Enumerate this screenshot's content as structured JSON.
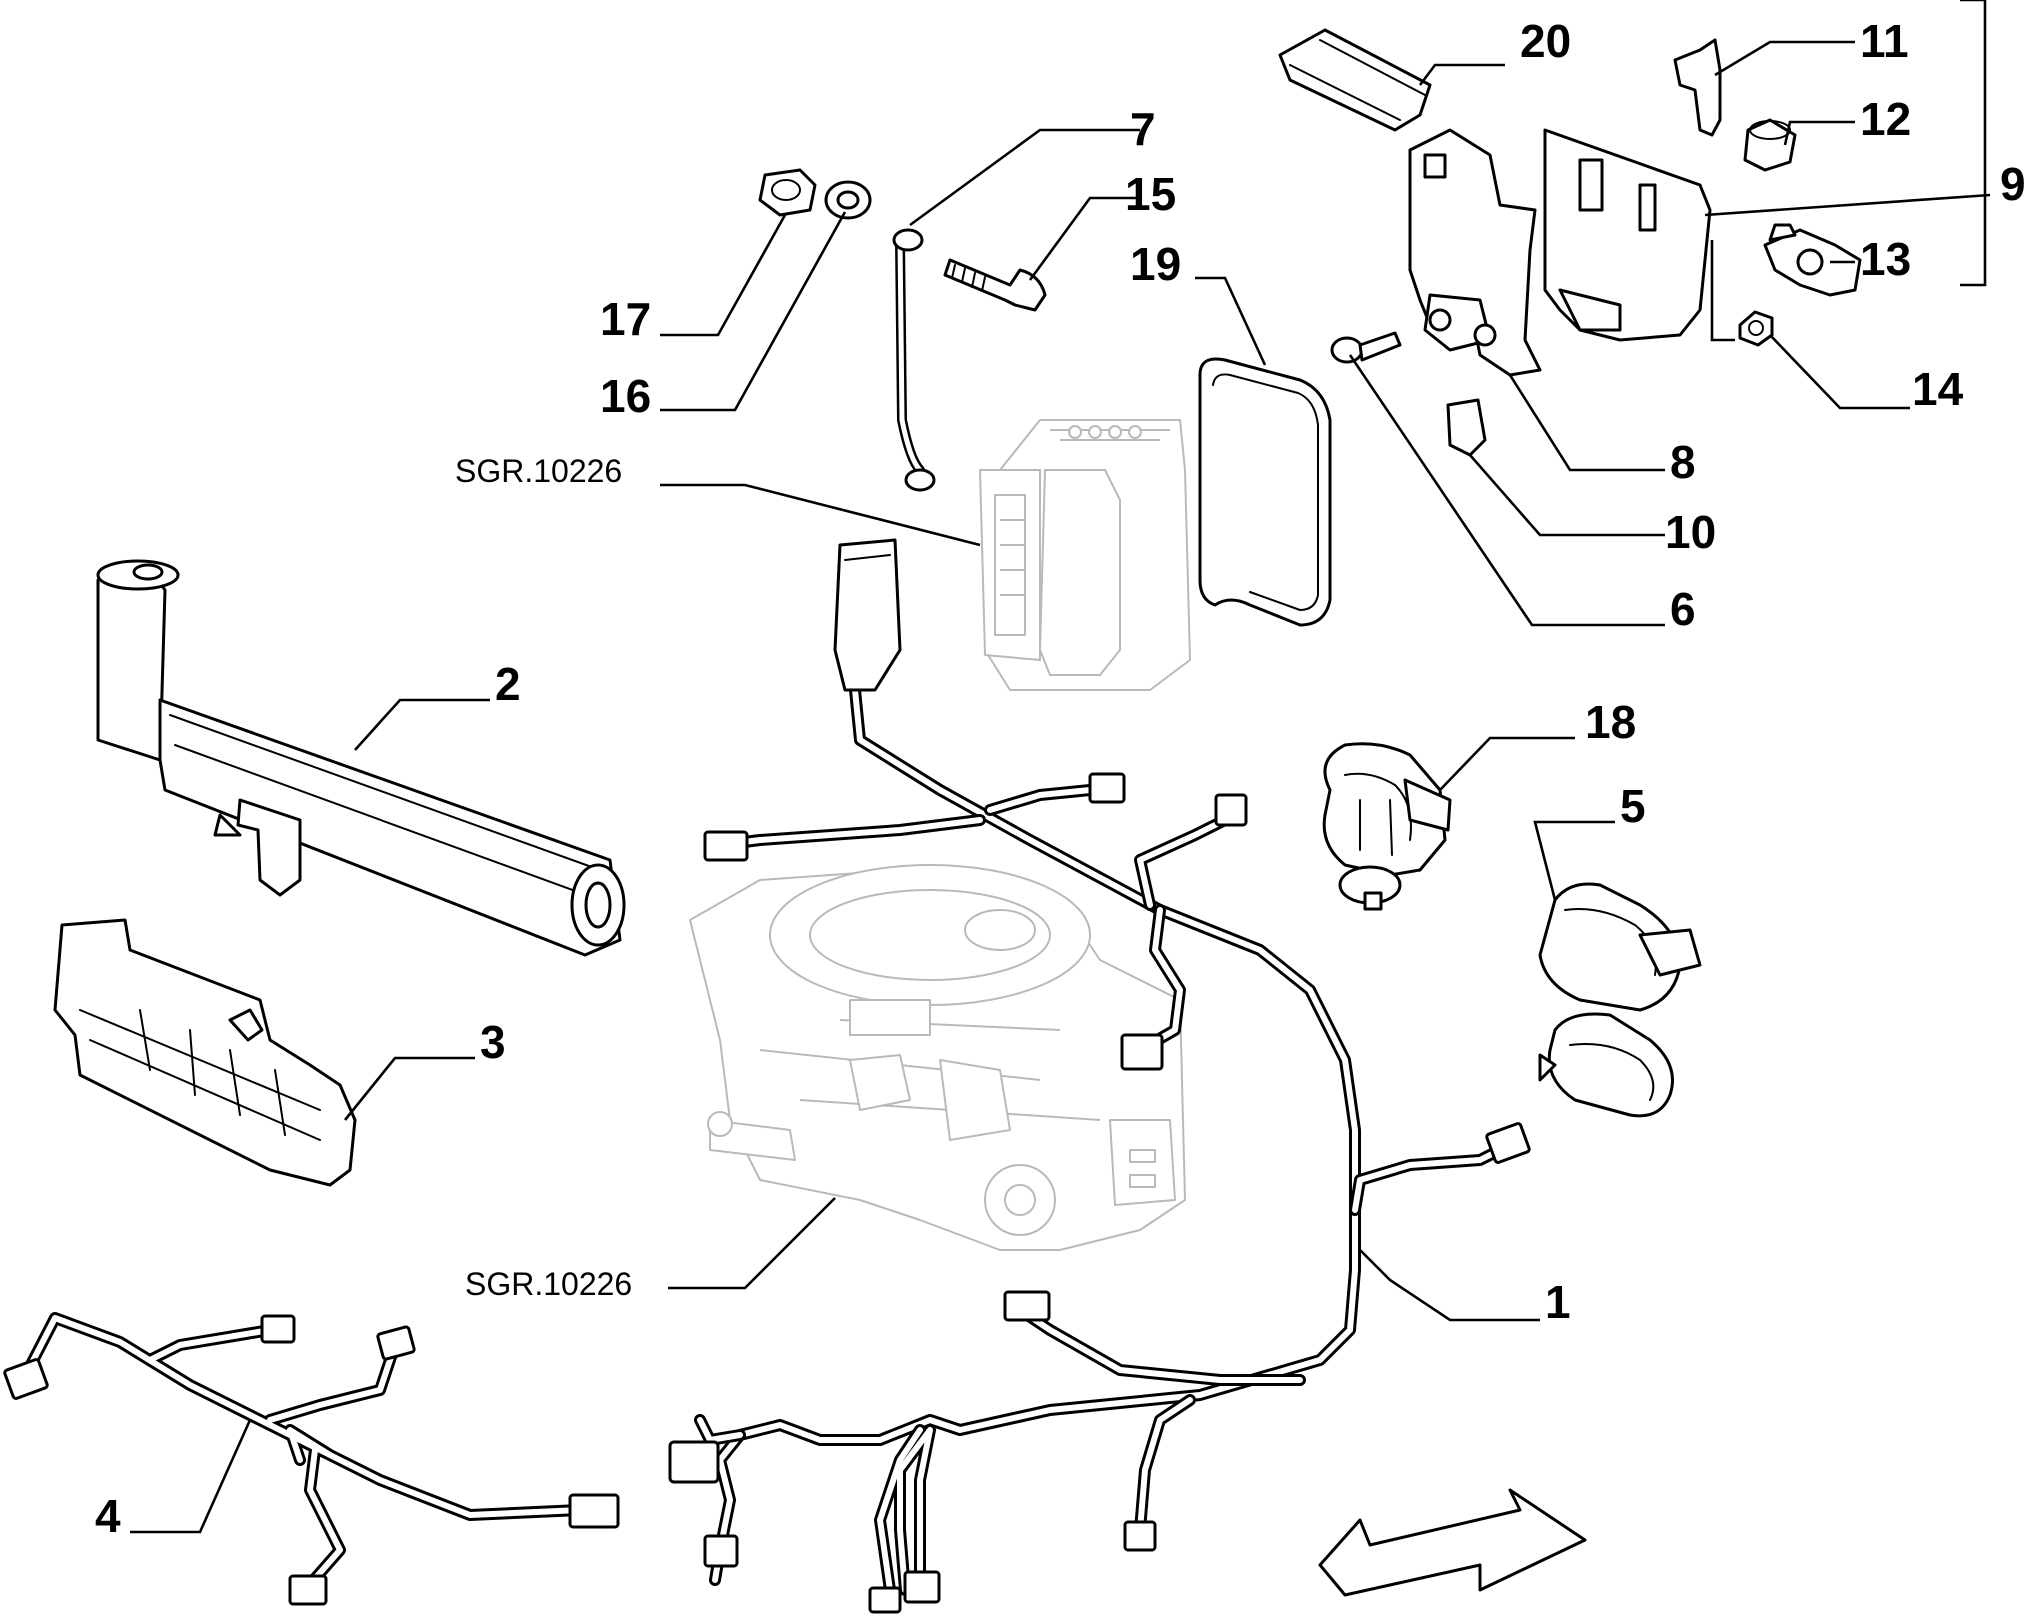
{
  "callouts": {
    "c1": "1",
    "c2": "2",
    "c3": "3",
    "c4": "4",
    "c5": "5",
    "c6": "6",
    "c7": "7",
    "c8": "8",
    "c9": "9",
    "c10": "10",
    "c11": "11",
    "c12": "12",
    "c13": "13",
    "c14": "14",
    "c15": "15",
    "c16": "16",
    "c17": "17",
    "c18": "18",
    "c19": "19",
    "c20": "20"
  },
  "references": {
    "ecu": "SGR.10226",
    "throttle_body": "SGR.10226"
  },
  "icons": {
    "direction_arrow": "front-direction-arrow-icon"
  }
}
